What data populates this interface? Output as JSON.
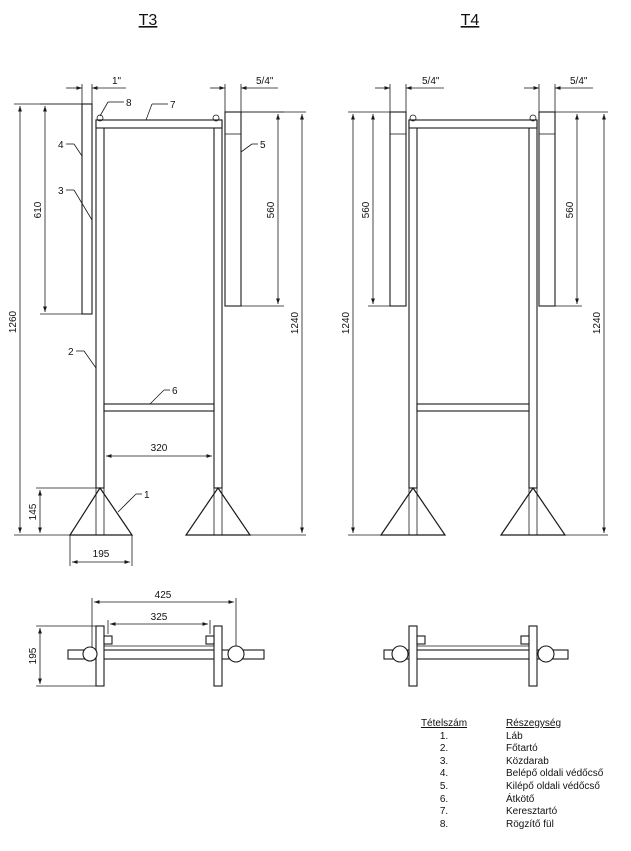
{
  "titles": {
    "left": "T3",
    "right": "T4"
  },
  "dimensions": {
    "t3_pipe_top": "1\"",
    "t3_pipe_right": "5/4\"",
    "t4_pipe_left": "5/4\"",
    "t4_pipe_right": "5/4\"",
    "h1260": "1260",
    "h1240": "1240",
    "h610": "610",
    "h560": "560",
    "w320": "320",
    "h145": "145",
    "w195": "195",
    "w425": "425",
    "w325": "325",
    "d195": "195"
  },
  "callouts": [
    "1",
    "2",
    "3",
    "4",
    "5",
    "6",
    "7",
    "8"
  ],
  "parts_table": {
    "header_no": "Tételszám",
    "header_name": "Részegység",
    "rows": [
      {
        "no": "1.",
        "name": "Láb"
      },
      {
        "no": "2.",
        "name": "Főtartó"
      },
      {
        "no": "3.",
        "name": "Közdarab"
      },
      {
        "no": "4.",
        "name": "Belépő oldali védőcső"
      },
      {
        "no": "5.",
        "name": "Kilépő oldali védőcső"
      },
      {
        "no": "6.",
        "name": "Átkötő"
      },
      {
        "no": "7.",
        "name": "Keresztartó"
      },
      {
        "no": "8.",
        "name": "Rögzítő fül"
      }
    ]
  }
}
